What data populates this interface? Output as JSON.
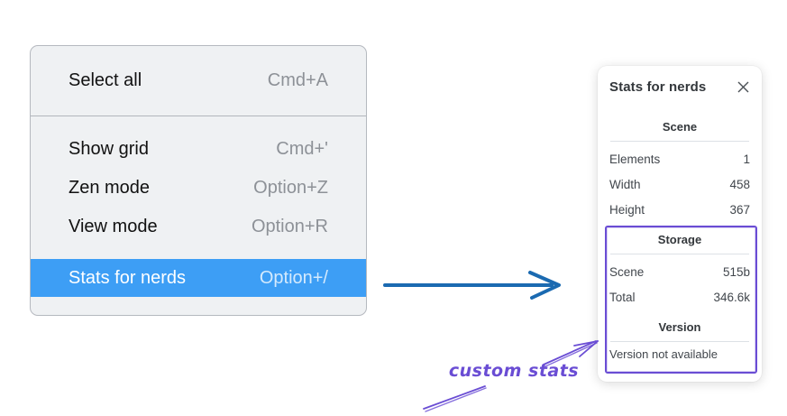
{
  "context_menu": {
    "items": [
      {
        "label": "Select all",
        "shortcut": "Cmd+A",
        "highlighted": false
      },
      {
        "label": "Show grid",
        "shortcut": "Cmd+'",
        "highlighted": false
      },
      {
        "label": "Zen mode",
        "shortcut": "Option+Z",
        "highlighted": false
      },
      {
        "label": "View mode",
        "shortcut": "Option+R",
        "highlighted": false
      },
      {
        "label": "Stats for nerds",
        "shortcut": "Option+/",
        "highlighted": true
      }
    ],
    "highlight_color": "#3d9ef5"
  },
  "stats_panel": {
    "title": "Stats for nerds",
    "close_icon": "x-icon",
    "sections": [
      {
        "title": "Scene",
        "rows": [
          {
            "label": "Elements",
            "value": "1"
          },
          {
            "label": "Width",
            "value": "458"
          },
          {
            "label": "Height",
            "value": "367"
          }
        ]
      },
      {
        "title": "Storage",
        "rows": [
          {
            "label": "Scene",
            "value": "515b"
          },
          {
            "label": "Total",
            "value": "346.6k"
          }
        ]
      },
      {
        "title": "Version",
        "note": "Version not available"
      }
    ]
  },
  "annotations": {
    "label": "custom stats",
    "purple": "#6a4dd4",
    "arrow_blue": "#1b6ab1"
  }
}
